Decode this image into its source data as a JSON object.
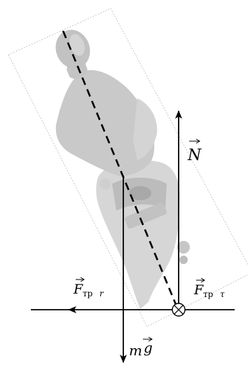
{
  "forces": {
    "normal": {
      "symbol": "N"
    },
    "gravity": {
      "mass": "m",
      "symbol": "g"
    },
    "friction_r": {
      "symbol": "F",
      "sub": "тр",
      "idx": "r"
    },
    "friction_t": {
      "symbol": "F",
      "sub": "тр",
      "idx": "τ"
    }
  },
  "colors": {
    "rider": "#c9c9c9",
    "rider_dark": "#b4b4b4",
    "frame": "#bdbdbd",
    "line": "#000000"
  }
}
